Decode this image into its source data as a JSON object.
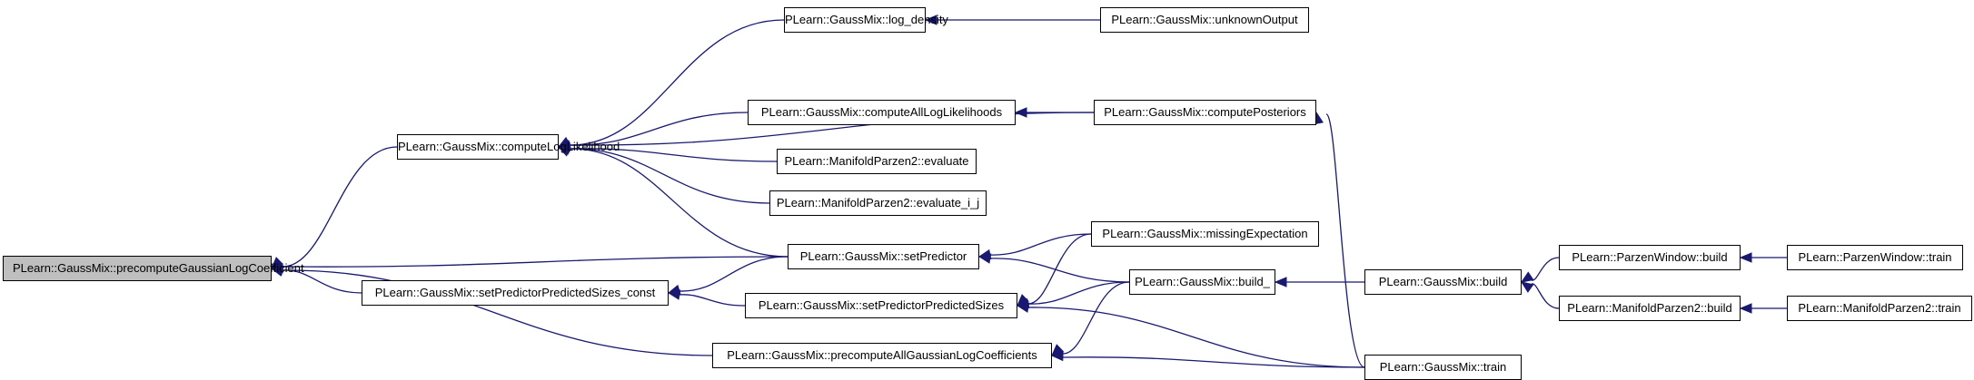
{
  "graph": {
    "nodes": [
      {
        "id": "precomputeGaussianLogCoefficient",
        "label": "PLearn::GaussMix::precomputeGaussianLogCoefficient",
        "root": true
      },
      {
        "id": "computeLogLikelihood",
        "label": "PLearn::GaussMix::computeLogLikelihood"
      },
      {
        "id": "setPredictorPredictedSizes_const",
        "label": "PLearn::GaussMix::setPredictorPredictedSizes_const"
      },
      {
        "id": "log_density",
        "label": "PLearn::GaussMix::log_density"
      },
      {
        "id": "computeAllLogLikelihoods",
        "label": "PLearn::GaussMix::computeAllLogLikelihoods"
      },
      {
        "id": "mp2_evaluate",
        "label": "PLearn::ManifoldParzen2::evaluate"
      },
      {
        "id": "mp2_evaluate_i_j",
        "label": "PLearn::ManifoldParzen2::evaluate_i_j"
      },
      {
        "id": "setPredictor",
        "label": "PLearn::GaussMix::setPredictor"
      },
      {
        "id": "setPredictorPredictedSizes",
        "label": "PLearn::GaussMix::setPredictorPredictedSizes"
      },
      {
        "id": "precomputeAllGaussianLogCoefficients",
        "label": "PLearn::GaussMix::precomputeAllGaussianLogCoefficients"
      },
      {
        "id": "unknownOutput",
        "label": "PLearn::GaussMix::unknownOutput"
      },
      {
        "id": "computePosteriors",
        "label": "PLearn::GaussMix::computePosteriors"
      },
      {
        "id": "missingExpectation",
        "label": "PLearn::GaussMix::missingExpectation"
      },
      {
        "id": "build_",
        "label": "PLearn::GaussMix::build_"
      },
      {
        "id": "gm_build",
        "label": "PLearn::GaussMix::build"
      },
      {
        "id": "gm_train",
        "label": "PLearn::GaussMix::train"
      },
      {
        "id": "pw_build",
        "label": "PLearn::ParzenWindow::build"
      },
      {
        "id": "mp2_build",
        "label": "PLearn::ManifoldParzen2::build"
      },
      {
        "id": "pw_train",
        "label": "PLearn::ParzenWindow::train"
      },
      {
        "id": "mp2_train",
        "label": "PLearn::ManifoldParzen2::train"
      }
    ],
    "edges": [
      {
        "from": "computeLogLikelihood",
        "to": "precomputeGaussianLogCoefficient"
      },
      {
        "from": "setPredictor",
        "to": "precomputeGaussianLogCoefficient"
      },
      {
        "from": "setPredictorPredictedSizes_const",
        "to": "precomputeGaussianLogCoefficient"
      },
      {
        "from": "precomputeAllGaussianLogCoefficients",
        "to": "precomputeGaussianLogCoefficient"
      },
      {
        "from": "log_density",
        "to": "computeLogLikelihood"
      },
      {
        "from": "computePosteriors",
        "to": "computeLogLikelihood"
      },
      {
        "from": "computeAllLogLikelihoods",
        "to": "computeLogLikelihood"
      },
      {
        "from": "mp2_evaluate",
        "to": "computeLogLikelihood"
      },
      {
        "from": "mp2_evaluate_i_j",
        "to": "computeLogLikelihood"
      },
      {
        "from": "setPredictor",
        "to": "computeLogLikelihood"
      },
      {
        "from": "setPredictor",
        "to": "setPredictorPredictedSizes_const"
      },
      {
        "from": "setPredictorPredictedSizes",
        "to": "setPredictorPredictedSizes_const"
      },
      {
        "from": "unknownOutput",
        "to": "log_density"
      },
      {
        "from": "computePosteriors",
        "to": "computeAllLogLikelihoods"
      },
      {
        "from": "missingExpectation",
        "to": "setPredictor"
      },
      {
        "from": "build_",
        "to": "setPredictor"
      },
      {
        "from": "missingExpectation",
        "to": "setPredictorPredictedSizes"
      },
      {
        "from": "build_",
        "to": "setPredictorPredictedSizes"
      },
      {
        "from": "gm_train",
        "to": "setPredictorPredictedSizes"
      },
      {
        "from": "build_",
        "to": "precomputeAllGaussianLogCoefficients"
      },
      {
        "from": "gm_train",
        "to": "precomputeAllGaussianLogCoefficients"
      },
      {
        "from": "gm_train",
        "to": "computePosteriors"
      },
      {
        "from": "gm_build",
        "to": "build_"
      },
      {
        "from": "pw_build",
        "to": "gm_build"
      },
      {
        "from": "mp2_build",
        "to": "gm_build"
      },
      {
        "from": "pw_train",
        "to": "pw_build"
      },
      {
        "from": "mp2_train",
        "to": "mp2_build"
      }
    ],
    "colors": {
      "edge": "#191970",
      "root_fill": "#bfbfbf",
      "node_fill": "#ffffff",
      "border": "#000000"
    }
  }
}
